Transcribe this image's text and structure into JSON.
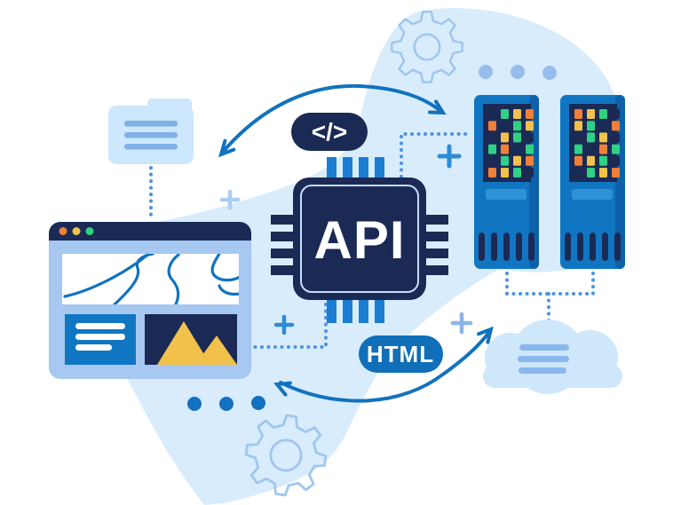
{
  "illustration": {
    "title": "API integration illustration",
    "chip": {
      "label": "API"
    },
    "code_badge": {
      "label": "</>"
    },
    "html_badge": {
      "label": "HTML"
    },
    "palette": {
      "n": "#1a2a55",
      "g": "#2fd184",
      "y": "#f2c14b",
      "o": "#f08038",
      "navy": "#1a2a55",
      "blue": "#1176c1",
      "arrow_blue": "#1272bd",
      "blob": "#d8ecfc",
      "light_icon": "#cde7fc",
      "browser_body": "#a6c8f1",
      "accent_line": "#7fb0e8"
    },
    "servers": [
      {
        "leds": [
          [
            "n",
            "g",
            "y",
            "o"
          ],
          [
            "o",
            "n",
            "g",
            "y"
          ],
          [
            "n",
            "y",
            "g",
            "n"
          ],
          [
            "g",
            "o",
            "n",
            "g"
          ],
          [
            "n",
            "g",
            "y",
            "o"
          ],
          [
            "o",
            "y",
            "g",
            "n"
          ]
        ]
      },
      {
        "leds": [
          [
            "o",
            "y",
            "g",
            "n"
          ],
          [
            "y",
            "g",
            "n",
            "o"
          ],
          [
            "n",
            "g",
            "y",
            "n"
          ],
          [
            "g",
            "n",
            "o",
            "g"
          ],
          [
            "o",
            "y",
            "g",
            "n"
          ],
          [
            "n",
            "g",
            "y",
            "o"
          ]
        ]
      }
    ]
  }
}
